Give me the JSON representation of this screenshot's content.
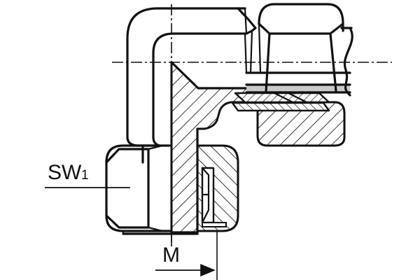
{
  "drawing": {
    "title": "90 Degree Elbow Tube Fitting — Sectional Technical Drawing",
    "type": "engineering-line-drawing",
    "background_color": "#ffffff",
    "line_color": "#111111",
    "section_fill_color": "#ffffff",
    "tube_band_color": "#c9c9c9"
  },
  "annotations": {
    "sw1": {
      "label": "SW",
      "subscript": "1",
      "leader_text": "SW1",
      "description": "wrench-size callout for lower hex nut"
    },
    "m": {
      "label": "M",
      "description": "thread dimension callout with right-pointing arrow"
    }
  },
  "components": {
    "elbow_body": "90-degree-elbow-body",
    "lower_hex_nut": "lower-hex-nut",
    "upper_hex_nut": "upper-hex-nut",
    "tube_stub": "tube-stub-with-break-line",
    "cutting_ring": "cutting-ring",
    "vertical_centerline": "vertical-axis-centerline",
    "horizontal_centerline": "horizontal-axis-centerline"
  }
}
